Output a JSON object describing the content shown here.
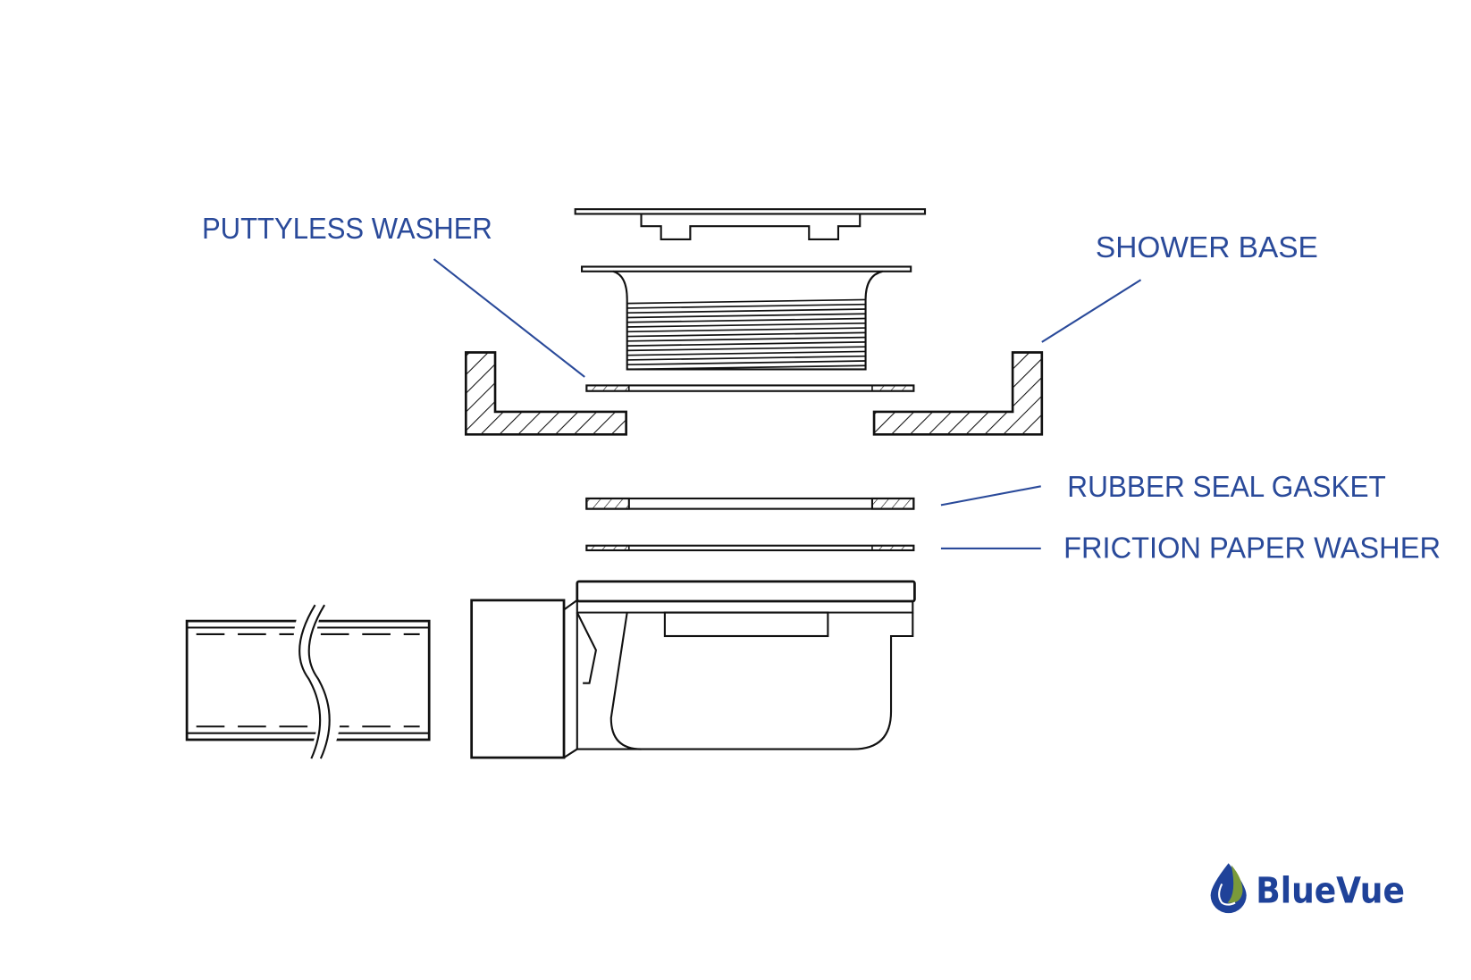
{
  "diagram": {
    "title": "Shower drain exploded assembly",
    "labels": {
      "puttyless_washer": "PUTTYLESS WASHER",
      "shower_base": "SHOWER BASE",
      "rubber_seal_gasket": "RUBBER SEAL GASKET",
      "friction_paper_washer": "FRICTION PAPER WASHER"
    },
    "logo": {
      "text": "BlueVue",
      "colors": {
        "blue": "#1f4299",
        "green": "#7a9a3a"
      }
    },
    "colors": {
      "label": "#2a4a9a",
      "line": "#111111"
    }
  }
}
